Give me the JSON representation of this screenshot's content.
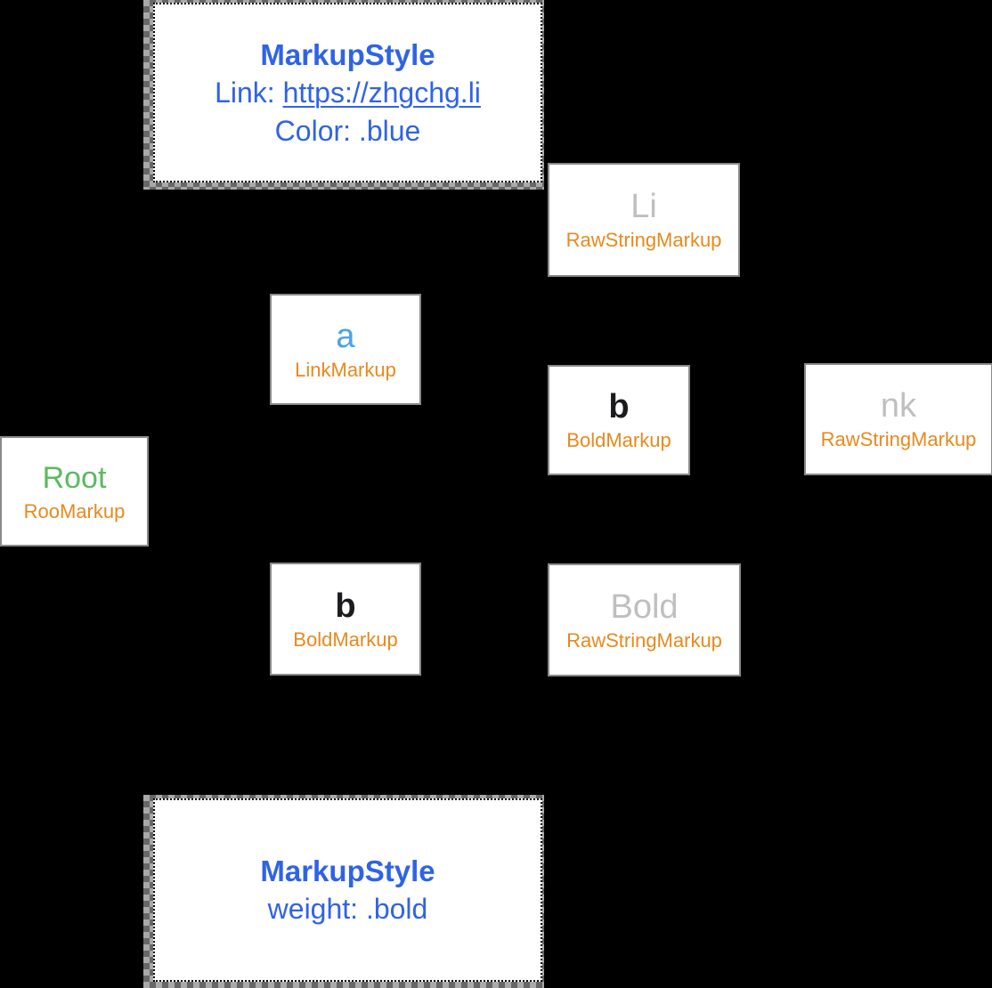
{
  "canvas": {
    "background": "#000000"
  },
  "colors": {
    "style_text_blue": "#2f63e7",
    "markup_label_orange": "#e8891d",
    "raw_string_gray": "#bfbfbf",
    "link_symbol_blue": "#4aa3e8",
    "bold_symbol_black": "#1c1c1e",
    "root_symbol_green": "#5cb95f",
    "box_background": "#ffffff",
    "dotted_border": "#000000",
    "node_edge_gray": "#8a8a8a"
  },
  "style_boxes": {
    "top": {
      "title": "MarkupStyle",
      "link_label": "Link: ",
      "link_url": "https://zhgchg.li",
      "color_line": "Color: .blue",
      "text_color": "#2f63e7"
    },
    "bottom": {
      "title": "MarkupStyle",
      "weight_line": "weight: .bold",
      "text_color": "#2f63e7"
    }
  },
  "nodes": {
    "li": {
      "symbol": "Li",
      "label": "RawStringMarkup",
      "symbol_color": "#bfbfbf",
      "label_color": "#e8891d"
    },
    "a": {
      "symbol": "a",
      "label": "LinkMarkup",
      "symbol_color": "#4aa3e8",
      "label_color": "#e8891d"
    },
    "b1": {
      "symbol": "b",
      "label": "BoldMarkup",
      "symbol_color": "#1c1c1e",
      "label_color": "#e8891d"
    },
    "nk": {
      "symbol": "nk",
      "label": "RawStringMarkup",
      "symbol_color": "#bfbfbf",
      "label_color": "#e8891d"
    },
    "root": {
      "symbol": "Root",
      "label": "RooMarkup",
      "symbol_color": "#5cb95f",
      "label_color": "#e8891d"
    },
    "b2": {
      "symbol": "b",
      "label": "BoldMarkup",
      "symbol_color": "#1c1c1e",
      "label_color": "#e8891d"
    },
    "bold": {
      "symbol": "Bold",
      "label": "RawStringMarkup",
      "symbol_color": "#bfbfbf",
      "label_color": "#e8891d"
    }
  }
}
